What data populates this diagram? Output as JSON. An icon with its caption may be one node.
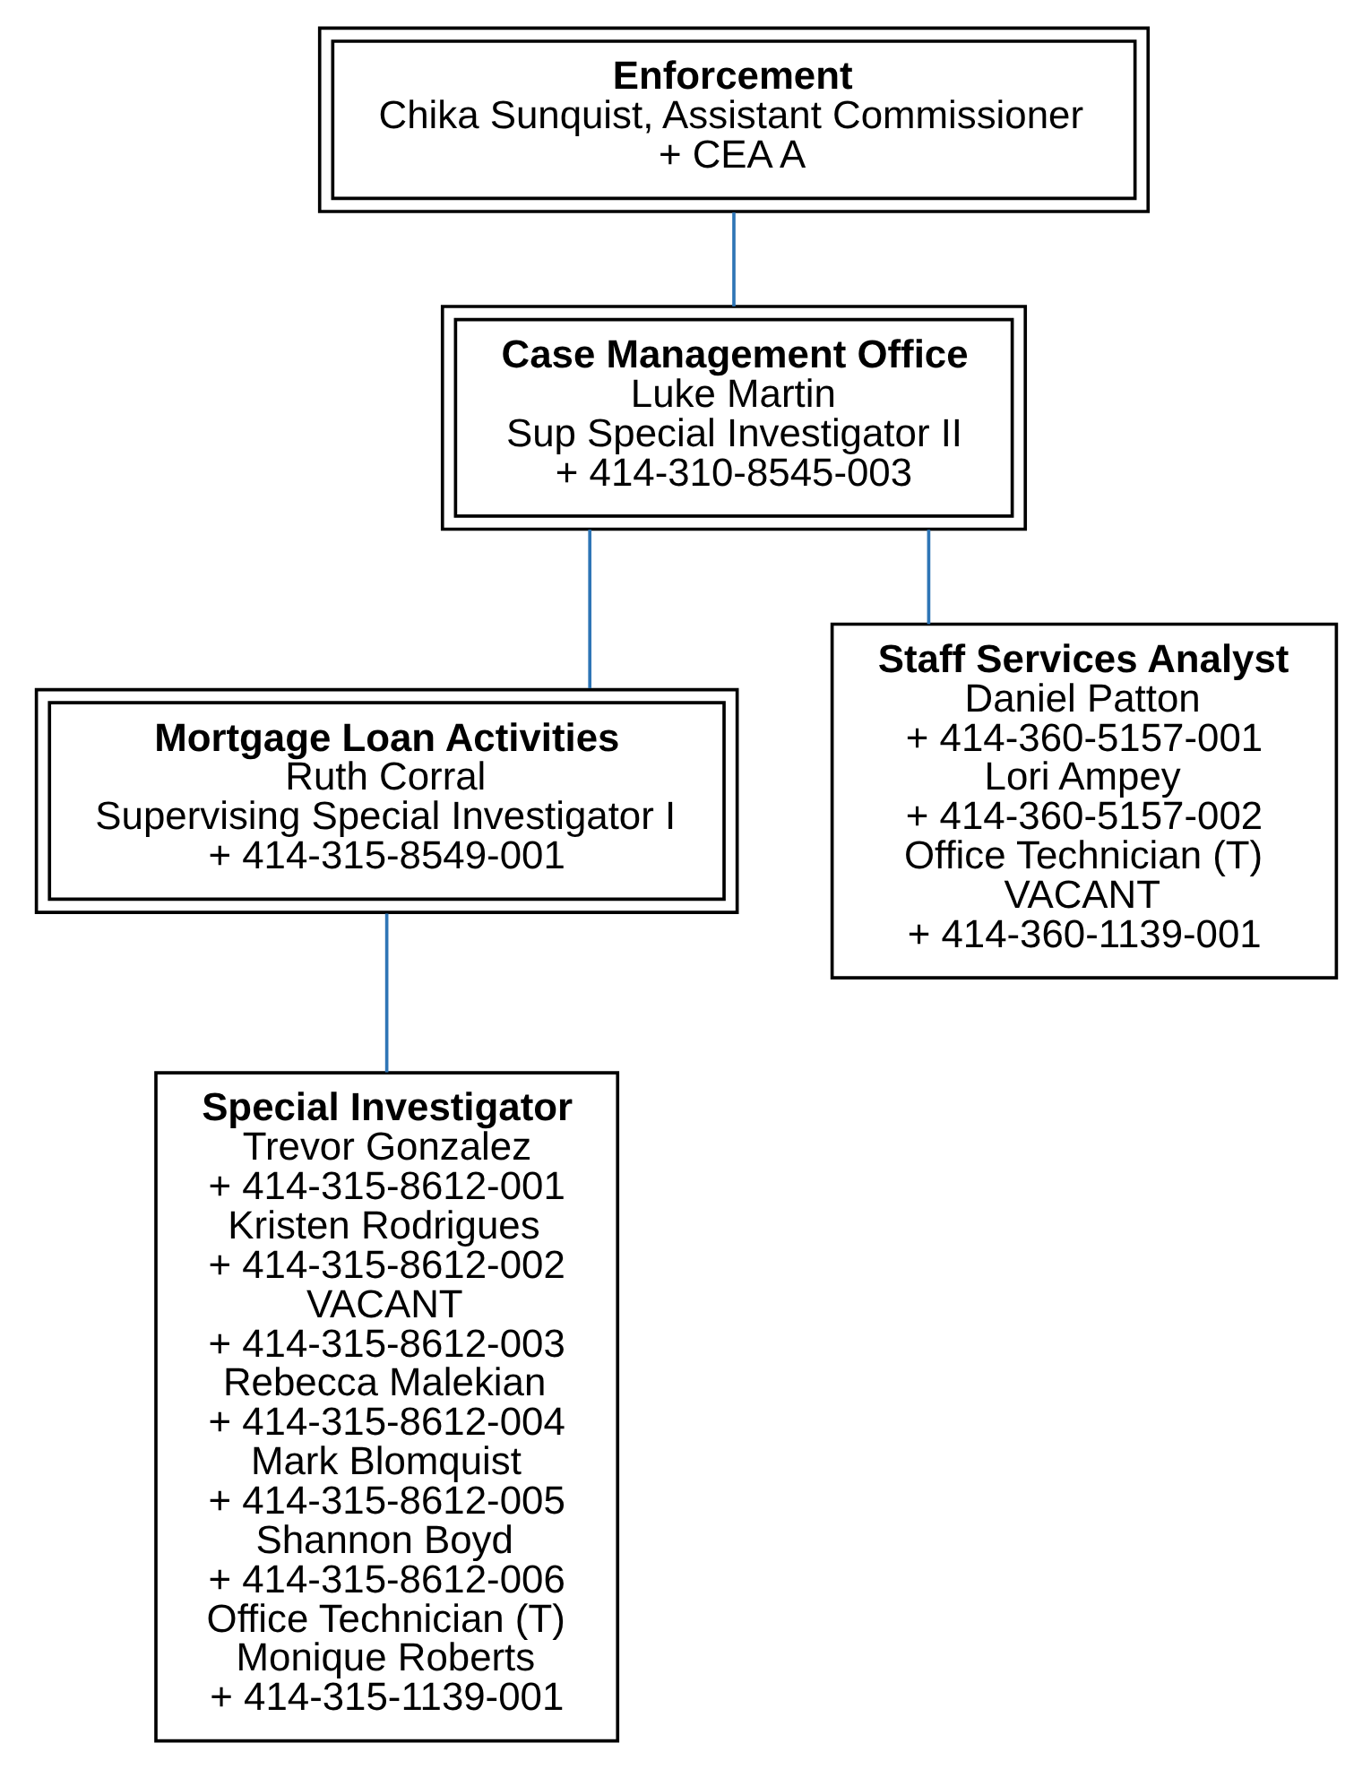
{
  "diagram": {
    "nodes": [
      {
        "text": [
          "Enforcement",
          "Chika Sunquist, Assistant Commissioner",
          "+ CEA A"
        ]
      },
      {
        "text": [
          "Case Management Office",
          "Luke Martin",
          "Sup Special Investigator II",
          "+ 414-310-8545-003"
        ]
      },
      {
        "text": [
          "Mortgage Loan Activities",
          "Ruth Corral",
          "Supervising Special Investigator I",
          "+ 414-315-8549-001"
        ]
      },
      {
        "text": [
          "Staff Services Analyst",
          "Daniel Patton",
          "+ 414-360-5157-001",
          "Lori Ampey",
          "+ 414-360-5157-002",
          "Office Technician (T)",
          "VACANT",
          "+ 414-360-1139-001"
        ]
      },
      {
        "text": [
          "Special Investigator",
          "Trevor Gonzalez",
          "+ 414-315-8612-001",
          "Kristen Rodrigues",
          "+ 414-315-8612-002",
          "VACANT",
          "+ 414-315-8612-003",
          "Rebecca Malekian",
          "+ 414-315-8612-004",
          "Mark Blomquist",
          "+ 414-315-8612-005",
          "Shannon Boyd",
          "+ 414-315-8612-006",
          "Office Technician (T)",
          "Monique Roberts",
          "+ 414-315-1139-001"
        ]
      }
    ],
    "edges": [
      {
        "from": 0,
        "to": 1,
        "arrow": "none"
      },
      {
        "from": 1,
        "to": 2,
        "arrow": "none"
      },
      {
        "from": 1,
        "to": 3,
        "arrow": "none"
      },
      {
        "from": 2,
        "to": 4,
        "arrow": "none"
      }
    ]
  }
}
